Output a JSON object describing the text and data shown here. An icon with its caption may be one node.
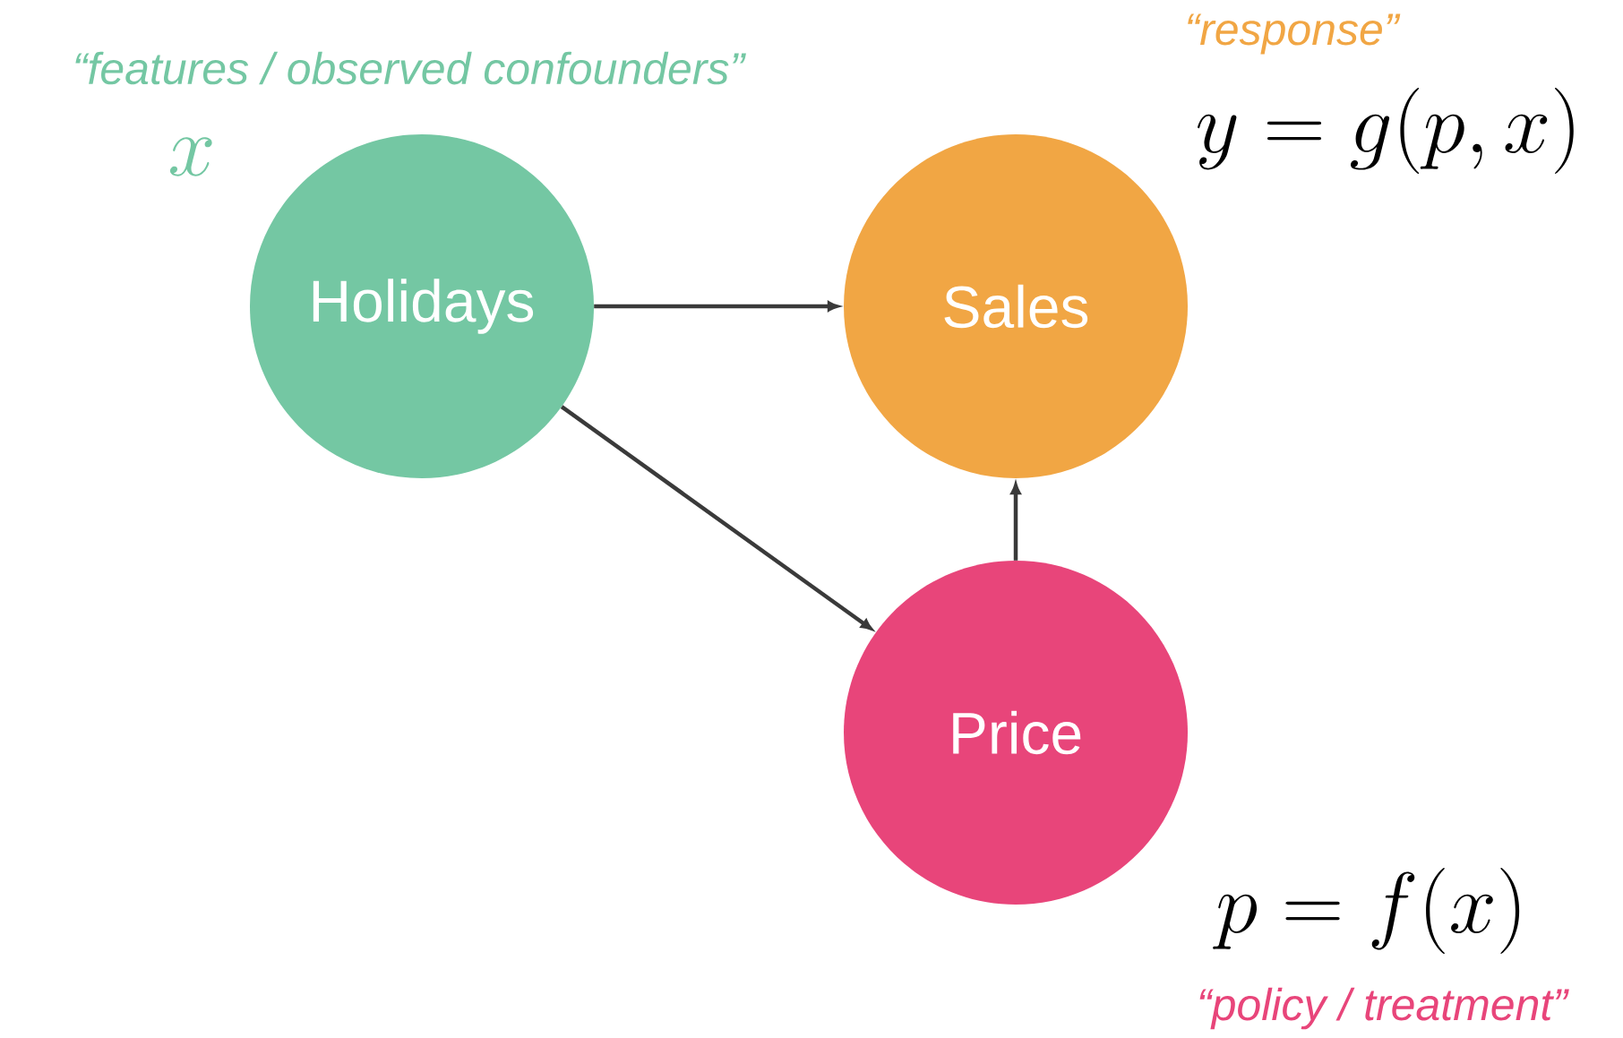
{
  "diagram": {
    "nodes": [
      {
        "text": [
          "Holidays"
        ]
      },
      {
        "text": [
          "Sales"
        ]
      },
      {
        "text": [
          "Price"
        ]
      }
    ],
    "edges": [
      {
        "from": 0,
        "to": 1,
        "arrow": "to"
      },
      {
        "from": 0,
        "to": 2,
        "arrow": "to"
      },
      {
        "from": 2,
        "to": 1,
        "arrow": "to"
      }
    ],
    "labels": [
      "“response”",
      "“features / observed confounders”",
      "y = g(p, x)",
      "x",
      "p = f(x)",
      "“policy / treatment”"
    ]
  }
}
